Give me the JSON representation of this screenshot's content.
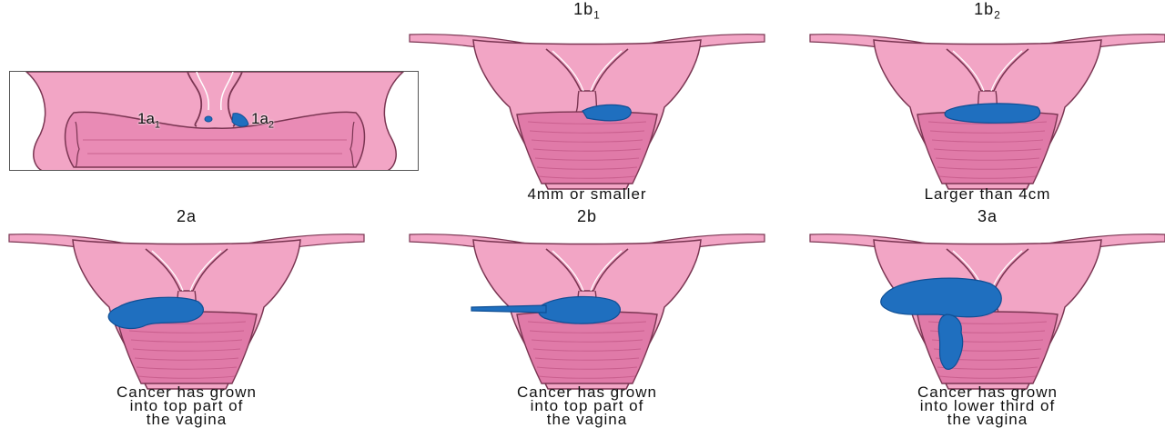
{
  "colors": {
    "tissue": "#f2a5c5",
    "tissue_dark": "#e07aa8",
    "outline": "#7a3552",
    "tumor": "#1f6fbf",
    "tumor_dark": "#0f4f95",
    "background": "#ffffff"
  },
  "inset": {
    "label_1a1_main": "1a",
    "label_1a1_sub": "1",
    "label_1a2_main": "1a",
    "label_1a2_sub": "2"
  },
  "stages": {
    "s1b1": {
      "title_main": "1b",
      "title_sub": "1",
      "caption_lines": [
        "4mm or smaller"
      ]
    },
    "s1b2": {
      "title_main": "1b",
      "title_sub": "2",
      "caption_lines": [
        "Larger than 4cm"
      ]
    },
    "s2a": {
      "title": "2a",
      "caption_lines": [
        "Cancer has grown",
        "into top part of",
        "the vagina"
      ]
    },
    "s2b": {
      "title": "2b",
      "caption_lines": [
        "Cancer has grown",
        "into top part of",
        "the vagina"
      ]
    },
    "s3a": {
      "title": "3a",
      "caption_lines": [
        "Cancer has grown",
        "into lower third of",
        "the vagina"
      ]
    }
  }
}
